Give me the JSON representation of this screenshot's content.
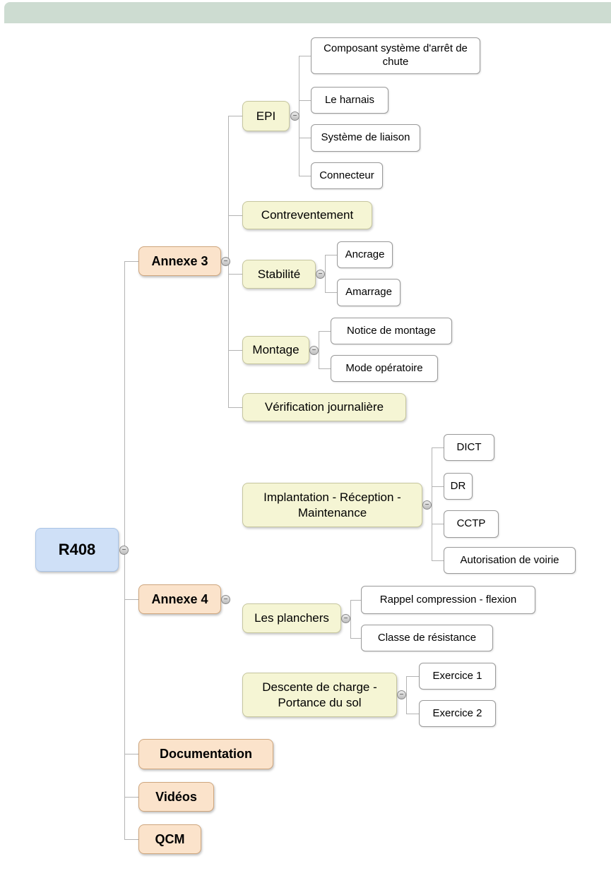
{
  "page": {
    "top_bar_color": "#cddcd1",
    "background": "#ffffff",
    "connector_color": "#b3b3b3"
  },
  "colors": {
    "root_fill": "#cfe0f7",
    "branch_fill": "#fbe3cb",
    "topic_fill": "#f5f5d4",
    "leaf_fill": "#ffffff"
  },
  "icons": {
    "collapse": "−"
  },
  "mindmap": {
    "root": {
      "label": "R408"
    },
    "branches": [
      {
        "label": "Annexe 3",
        "topics": [
          {
            "label": "EPI",
            "children": [
              "Composant système d'arrêt de chute",
              "Le harnais",
              "Système de liaison",
              "Connecteur"
            ]
          },
          {
            "label": "Contreventement",
            "children": []
          },
          {
            "label": "Stabilité",
            "children": [
              "Ancrage",
              "Amarrage"
            ]
          },
          {
            "label": "Montage",
            "children": [
              "Notice de montage",
              "Mode opératoire"
            ]
          },
          {
            "label": "Vérification journalière",
            "children": []
          }
        ]
      },
      {
        "label": "Annexe 4",
        "topics": [
          {
            "label": "Implantation - Réception - Maintenance",
            "children": [
              "DICT",
              "DR",
              "CCTP",
              "Autorisation de voirie"
            ]
          },
          {
            "label": "Les planchers",
            "children": [
              "Rappel compression - flexion",
              "Classe de résistance"
            ]
          },
          {
            "label": "Descente de charge - Portance du sol",
            "children": [
              "Exercice 1",
              "Exercice 2"
            ]
          }
        ]
      },
      {
        "label": "Documentation",
        "topics": []
      },
      {
        "label": "Vidéos",
        "topics": []
      },
      {
        "label": "QCM",
        "topics": []
      }
    ]
  }
}
